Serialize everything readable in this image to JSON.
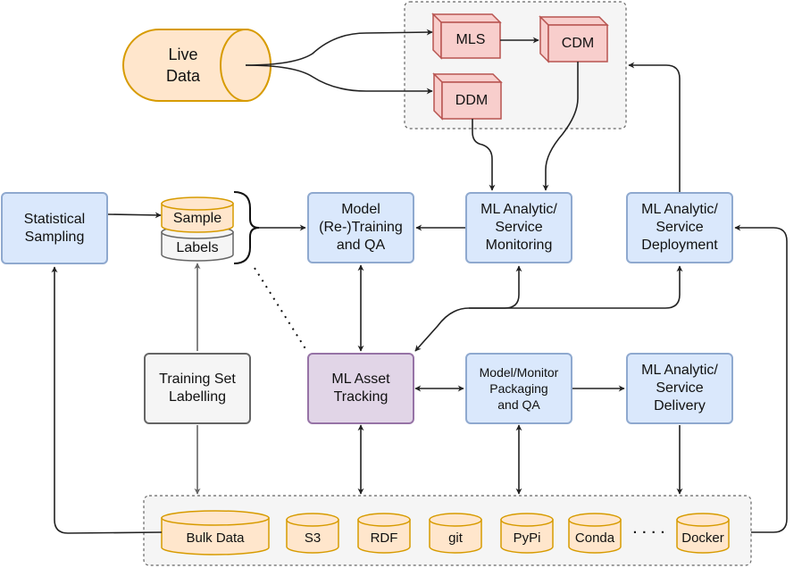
{
  "live_data": "Live\nData",
  "mls": "MLS",
  "cdm": "CDM",
  "ddm": "DDM",
  "statistical_sampling": "Statistical\nSampling",
  "sample": "Sample",
  "labels": "Labels",
  "model_training": "Model\n(Re-)Training\nand QA",
  "monitoring": "ML Analytic/\nService\nMonitoring",
  "deployment": "ML Analytic/\nService\nDeployment",
  "training_set_labelling": "Training Set\nLabelling",
  "asset_tracking": "ML Asset\nTracking",
  "packaging": "Model/Monitor\nPackaging\nand QA",
  "delivery": "ML Analytic/\nService\nDelivery",
  "storage": [
    "Bulk Data",
    "S3",
    "RDF",
    "git",
    "PyPi",
    "Conda",
    "Docker"
  ],
  "ellipsis": ". . . .",
  "colors": {
    "blue_fill": "#dae8fc",
    "blue_stroke": "#8fa9cf",
    "orange_fill": "#ffe6cc",
    "orange_stroke": "#d79b00",
    "red_fill": "#f8cecc",
    "red_stroke": "#b85450",
    "purple_fill": "#e1d5e7",
    "purple_stroke": "#9673a6",
    "gray_fill": "#f5f5f5",
    "gray_stroke": "#666666"
  }
}
